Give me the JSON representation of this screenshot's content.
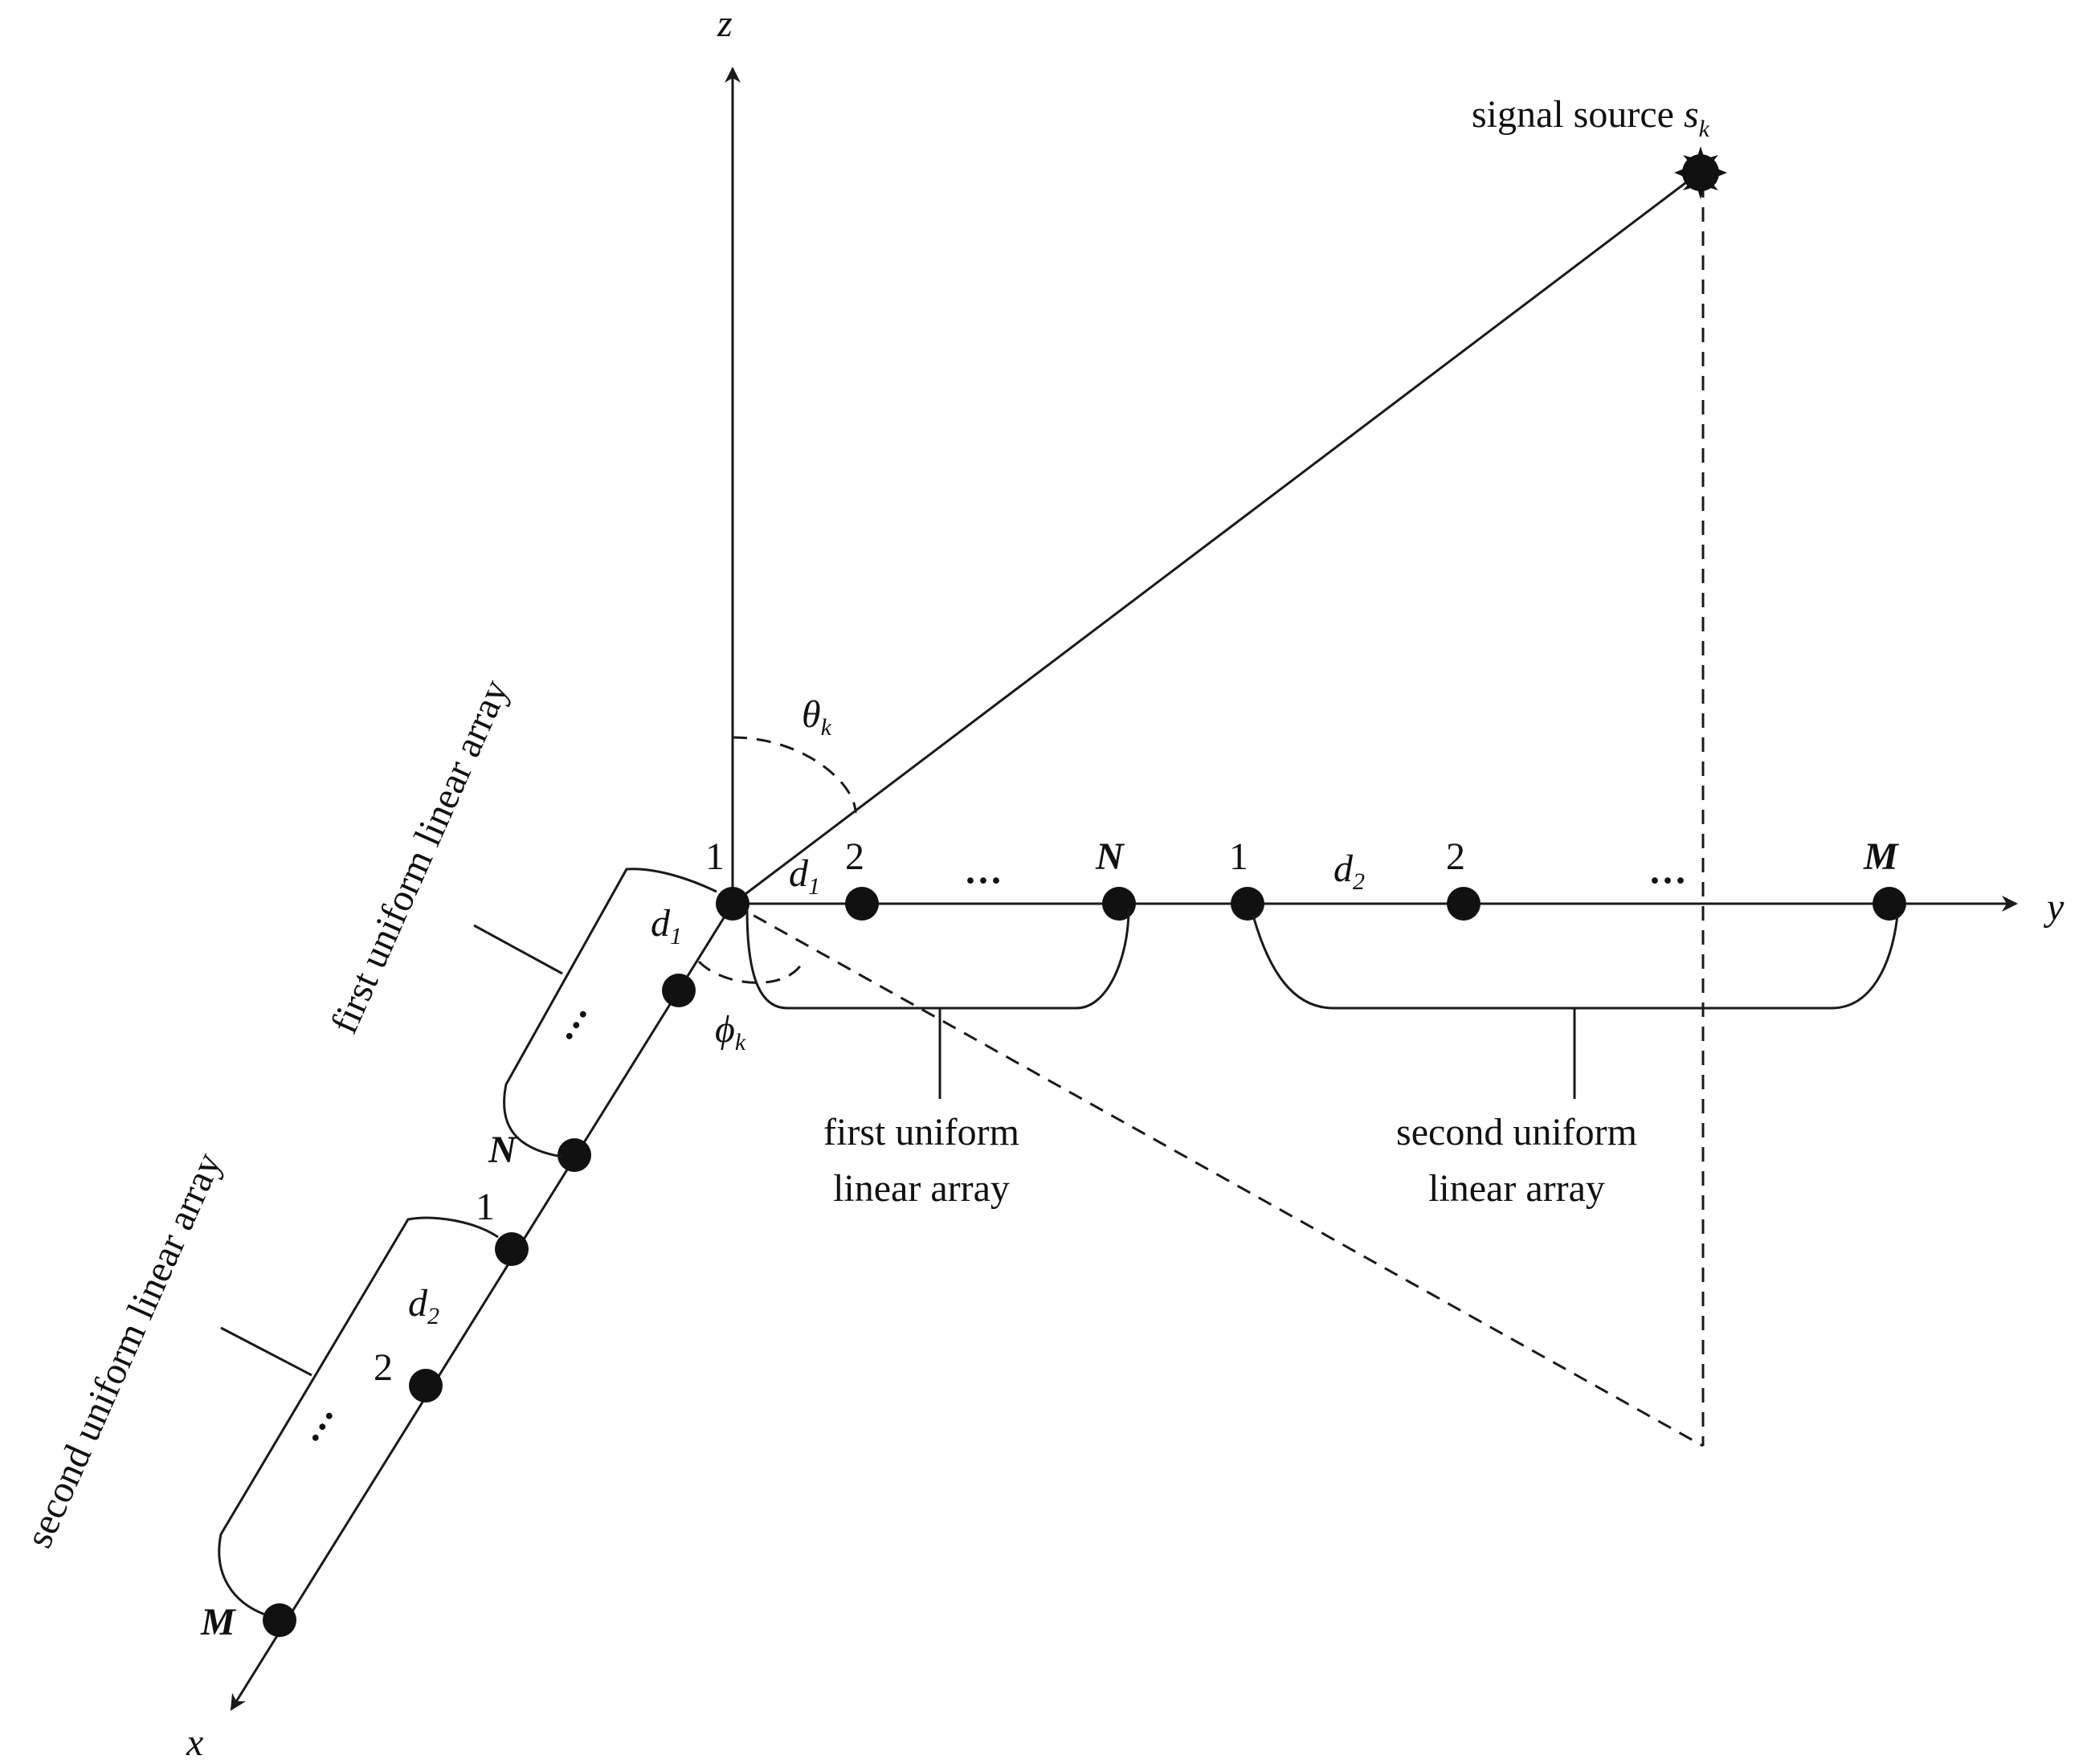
{
  "axes": {
    "x": "x",
    "y": "y",
    "z": "z"
  },
  "source": {
    "label_main": "signal source ",
    "label_var": "s",
    "label_sub": "k"
  },
  "angles": {
    "theta_var": "θ",
    "theta_sub": "k",
    "phi_var": "ϕ",
    "phi_sub": "k"
  },
  "spacing": {
    "d_var": "d",
    "d1_sub": "1",
    "d2_sub": "2"
  },
  "y_array": {
    "first_elements": [
      "1",
      "2",
      "N"
    ],
    "second_elements": [
      "1",
      "2",
      "M"
    ],
    "ellipsis": "···",
    "first_label_lines": [
      "first uniform",
      "linear array"
    ],
    "second_label_lines": [
      "second uniform",
      "linear array"
    ]
  },
  "x_array": {
    "first_elements": [
      "N"
    ],
    "second_elements": [
      "1",
      "2",
      "M"
    ],
    "ellipsis": "···",
    "first_label": "first uniform linear array",
    "second_label": "second uniform linear array"
  },
  "colors": {
    "ink": "#111111",
    "background": "#ffffff"
  }
}
